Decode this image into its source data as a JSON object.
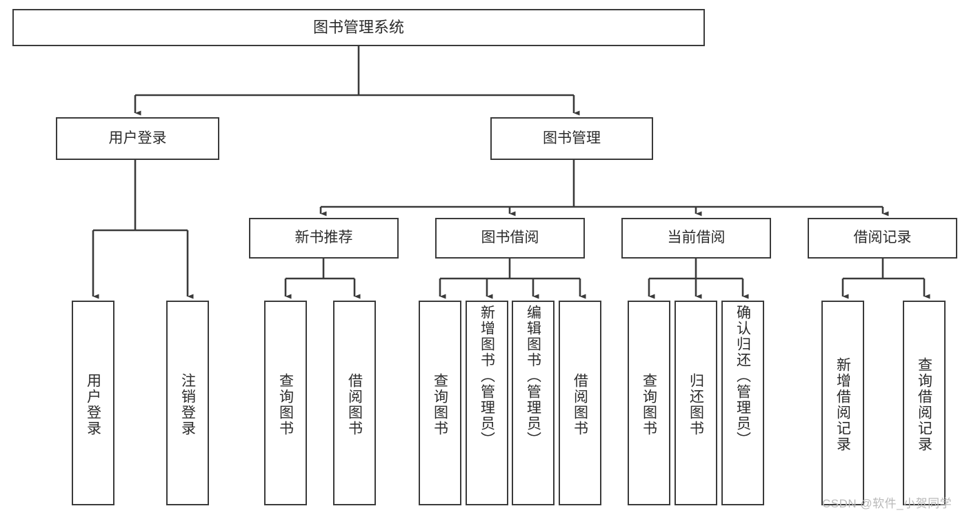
{
  "diagram": {
    "type": "tree-hierarchy-chart",
    "title": "图书管理系统",
    "orientation": "top-down",
    "box_border_color": "#3a3a3a",
    "box_fill_color": "#ffffff",
    "line_color": "#3a3a3a",
    "text_color": "#2b2b2b",
    "background_color": "#ffffff"
  },
  "nodes": {
    "root": {
      "label": "图书管理系统"
    },
    "level2": [
      {
        "label": "用户登录"
      },
      {
        "label": "图书管理"
      }
    ],
    "level3": [
      {
        "label": "新书推荐"
      },
      {
        "label": "图书借阅"
      },
      {
        "label": "当前借阅"
      },
      {
        "label": "借阅记录"
      }
    ],
    "leaves": {
      "user_login": [
        {
          "label": "用户登录"
        },
        {
          "label": "注销登录"
        }
      ],
      "new_book_recommend": [
        {
          "label": "查询图书"
        },
        {
          "label": "借阅图书"
        }
      ],
      "book_borrow": [
        {
          "label": "查询图书"
        },
        {
          "label": "新增图书（管理员）"
        },
        {
          "label": "编辑图书（管理员）"
        },
        {
          "label": "借阅图书"
        }
      ],
      "current_borrow": [
        {
          "label": "查询图书"
        },
        {
          "label": "归还图书"
        },
        {
          "label": "确认归还（管理员）"
        }
      ],
      "borrow_record": [
        {
          "label": "新增借阅记录"
        },
        {
          "label": "查询借阅记录"
        }
      ]
    }
  },
  "watermark": {
    "text": "CSDN @软件_小贺同学"
  }
}
